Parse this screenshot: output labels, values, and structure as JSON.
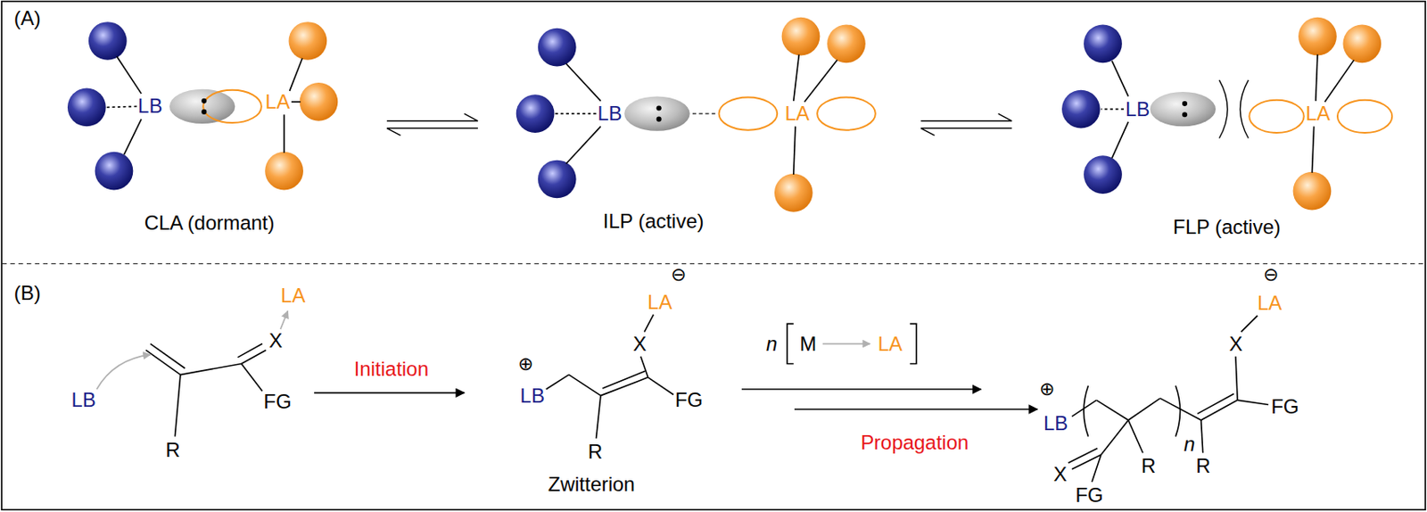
{
  "diagram": {
    "labels": [
      "(A)",
      "LB",
      "LA",
      "CLA (dormant)",
      "LB",
      "LA",
      "ILP (active)",
      "LB",
      "LA",
      "FLP (active)",
      "(B)",
      "LA",
      "X",
      "LB",
      "FG",
      "R",
      "Initiation",
      "⊖",
      "LA",
      "⊕",
      "X",
      "LB",
      "FG",
      "R",
      "Zwitterion",
      "n",
      "M",
      "LA",
      "Propagation",
      "⊖",
      "LA",
      "⊕",
      "X",
      "LB",
      "n",
      "FG",
      "R",
      "R",
      "X",
      "FG"
    ]
  }
}
